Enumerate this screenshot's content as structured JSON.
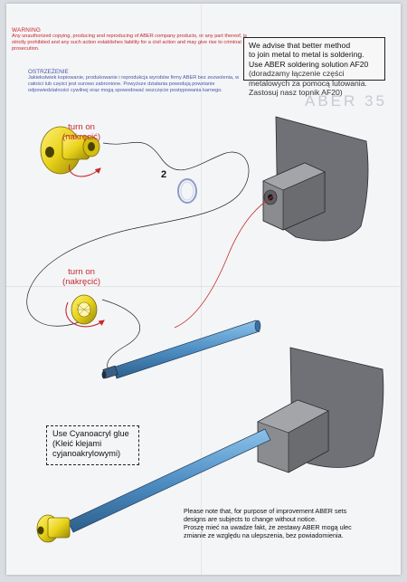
{
  "warning": {
    "title": "WARNING",
    "body": "Any unauthorized copying, producing and reproducing of ABER company products, or any part thereof, is strictly prohibited and any such action establishes liability for a civil action and may give rise to criminal prosecution."
  },
  "ostrzezenie": {
    "title": "OSTRZEŻENIE",
    "body": "Jakiekolwiek kopiowanie, produkowanie i reprodukcja wyrobów firmy ABER bez zezwolenia, w całości lub części jest surowo zabronione. Powyższe działania powodują powstanie odpowiedzialności cywilnej oraz mogą spowodować wszczęcie postępowania karnego."
  },
  "advise_box": {
    "line1": "We advise that better method",
    "line2": "to join metal to metal is soldering.",
    "line3": "Use ABER soldering solution AF20",
    "line4": "(doradzamy łączenie części",
    "line5": "metalowych za pomocą lutowania.",
    "line6": "Zastosuj nasz topnik AF20)"
  },
  "background_code": "ABER 35",
  "turn_on_1": {
    "line1": "turn on",
    "line2": "(nakręcić)"
  },
  "turn_on_2": {
    "line1": "turn on",
    "line2": "(nakręcić)"
  },
  "step_number": "2",
  "glue_box": {
    "line1": "Use Cyanoacryl glue",
    "line2": "(Kleić klejami",
    "line3": "cyjanoakrylowymi)"
  },
  "note": {
    "line1": "Please note that, for purpose of improvement ABER sets",
    "line2": "designs are subjects to change without notice.",
    "line3": "Proszę mieć na uwadze fakt, że zestawy ABER mogą ulec",
    "line4": "zmianie ze względu na ulepszenia, bez powiadomienia."
  },
  "colors": {
    "warning_red": "#c8262b",
    "ostrzezenie_blue": "#4a55a6",
    "barrel_blue": "#4f8fc4",
    "brass_yellow": "#e8d21a",
    "mantlet_gray": "#6f7176"
  }
}
